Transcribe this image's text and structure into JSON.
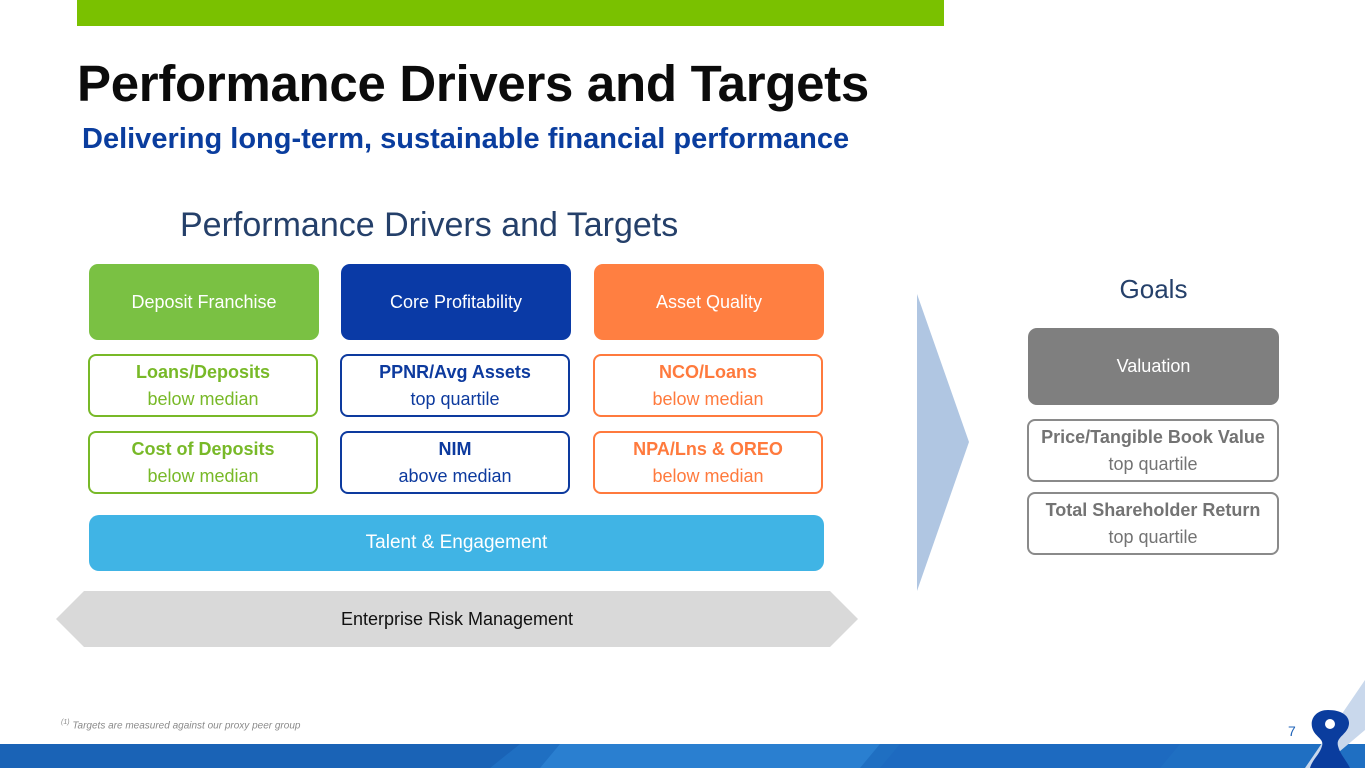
{
  "header": {
    "title": "Performance Drivers and Targets",
    "subtitle": "Delivering long-term, sustainable financial performance"
  },
  "drivers": {
    "heading": "Performance Drivers and Targets",
    "columns": [
      {
        "label": "Deposit Franchise",
        "color": "#7ac143",
        "metrics": [
          {
            "name": "Loans/Deposits",
            "target": "below median"
          },
          {
            "name": "Cost of Deposits",
            "target": "below median"
          }
        ]
      },
      {
        "label": "Core Profitability",
        "color": "#0a3aa6",
        "metrics": [
          {
            "name": "PPNR/Avg Assets",
            "target": "top quartile"
          },
          {
            "name": "NIM",
            "target": "above median"
          }
        ]
      },
      {
        "label": "Asset Quality",
        "color": "#ff7f41",
        "metrics": [
          {
            "name": "NCO/Loans",
            "target": "below median"
          },
          {
            "name": "NPA/Lns & OREO",
            "target": "below median"
          }
        ]
      }
    ],
    "talent_label": "Talent & Engagement",
    "risk_label": "Enterprise Risk Management"
  },
  "goals": {
    "heading": "Goals",
    "valuation_label": "Valuation",
    "metrics": [
      {
        "name": "Price/Tangible Book Value",
        "target": "top quartile"
      },
      {
        "name": "Total Shareholder Return",
        "target": "top quartile"
      }
    ]
  },
  "footer": {
    "footnote_marker": "(1)",
    "footnote": "Targets are measured against our proxy peer group",
    "page_number": "7"
  },
  "colors": {
    "accent_green": "#7ac100",
    "brand_blue": "#0a3d9e",
    "talent_blue": "#40b4e5",
    "risk_gray": "#d9d9d9",
    "chevron_blue": "#b0c6e2",
    "valuation_gray": "#7f7f7f"
  }
}
